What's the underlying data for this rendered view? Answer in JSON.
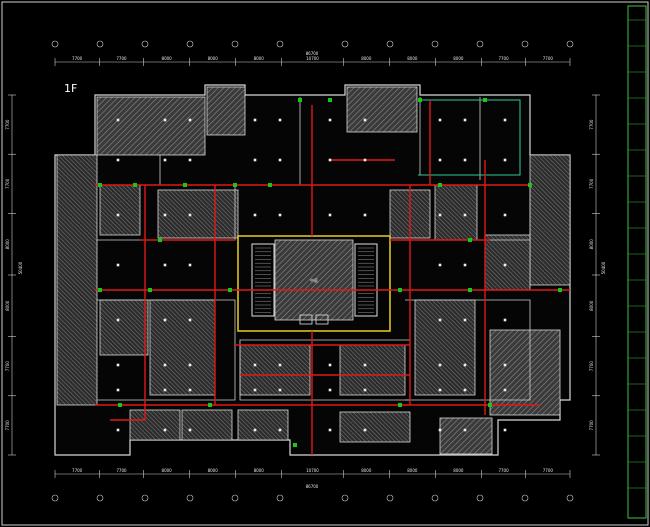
{
  "drawing": {
    "floor_label": "1F",
    "overall_dimension_top": "86700",
    "overall_dimension_bottom": "86700",
    "overall_dimension_left": "50400",
    "overall_dimension_right": "50400",
    "top_dimensions": [
      "7700",
      "7700",
      "8000",
      "8000",
      "8000",
      "10700",
      "8000",
      "8000",
      "8000",
      "7700",
      "7700"
    ],
    "bottom_dimensions": [
      "7700",
      "7700",
      "8000",
      "8000",
      "8000",
      "10700",
      "8000",
      "8000",
      "8000",
      "7700",
      "7700"
    ],
    "left_dimensions": [
      "7700",
      "7700",
      "8000",
      "8000",
      "7700",
      "7700"
    ],
    "right_dimensions": [
      "7700",
      "7700",
      "8000",
      "8000",
      "7700",
      "7700"
    ]
  },
  "colors": {
    "background": "#000000",
    "wall": "#d8d8d8",
    "hatch": "#9a9a9a",
    "sprinkler_pipe": "#e01818",
    "equipment": "#18c818",
    "room_outline": "#30c8a0",
    "atrium": "#e8d020",
    "title_block": "#40c040"
  },
  "atrium": {
    "label": "中庭"
  },
  "title_block": {
    "rows": [
      "",
      "",
      "",
      "",
      "",
      "",
      "",
      "",
      "",
      "",
      "",
      "",
      "",
      "",
      "",
      "",
      "",
      "",
      ""
    ]
  }
}
